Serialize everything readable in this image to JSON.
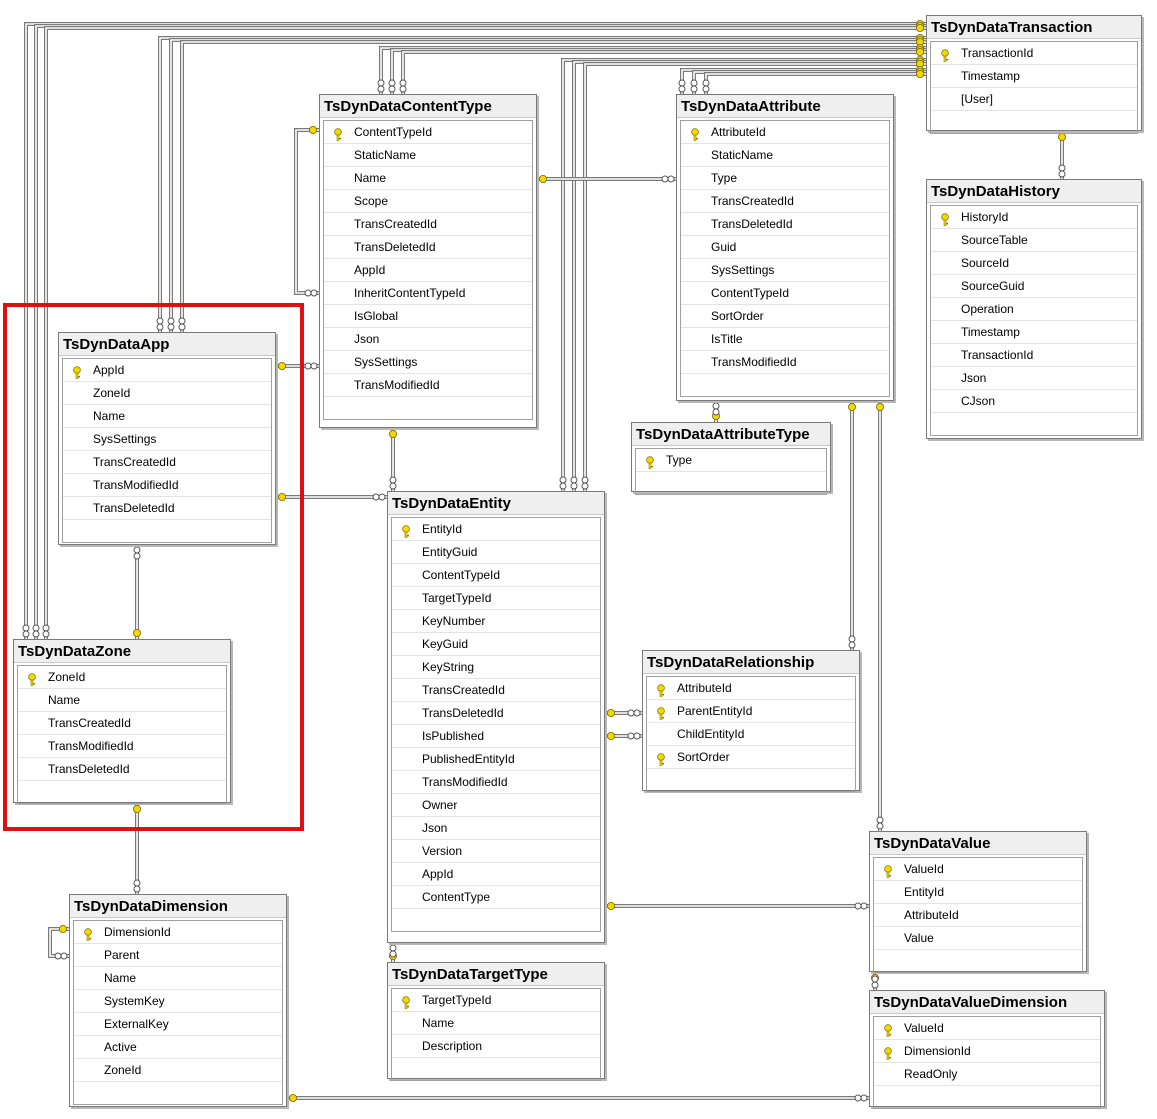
{
  "colors": {
    "line": "#8a8a8a",
    "key": "#f0d800",
    "highlight": "#e01010",
    "header_bg": "#efefef"
  },
  "tables": {
    "transaction": {
      "name": "TsDynDataTransaction",
      "columns": [
        {
          "name": "TransactionId",
          "key": true
        },
        {
          "name": "Timestamp",
          "key": false
        },
        {
          "name": "[User]",
          "key": false
        }
      ]
    },
    "history": {
      "name": "TsDynDataHistory",
      "columns": [
        {
          "name": "HistoryId",
          "key": true
        },
        {
          "name": "SourceTable",
          "key": false
        },
        {
          "name": "SourceId",
          "key": false
        },
        {
          "name": "SourceGuid",
          "key": false
        },
        {
          "name": "Operation",
          "key": false
        },
        {
          "name": "Timestamp",
          "key": false
        },
        {
          "name": "TransactionId",
          "key": false
        },
        {
          "name": "Json",
          "key": false
        },
        {
          "name": "CJson",
          "key": false
        }
      ]
    },
    "contenttype": {
      "name": "TsDynDataContentType",
      "columns": [
        {
          "name": "ContentTypeId",
          "key": true
        },
        {
          "name": "StaticName",
          "key": false
        },
        {
          "name": "Name",
          "key": false
        },
        {
          "name": "Scope",
          "key": false
        },
        {
          "name": "TransCreatedId",
          "key": false
        },
        {
          "name": "TransDeletedId",
          "key": false
        },
        {
          "name": "AppId",
          "key": false
        },
        {
          "name": "InheritContentTypeId",
          "key": false
        },
        {
          "name": "IsGlobal",
          "key": false
        },
        {
          "name": "Json",
          "key": false
        },
        {
          "name": "SysSettings",
          "key": false
        },
        {
          "name": "TransModifiedId",
          "key": false
        }
      ]
    },
    "attribute": {
      "name": "TsDynDataAttribute",
      "columns": [
        {
          "name": "AttributeId",
          "key": true
        },
        {
          "name": "StaticName",
          "key": false
        },
        {
          "name": "Type",
          "key": false
        },
        {
          "name": "TransCreatedId",
          "key": false
        },
        {
          "name": "TransDeletedId",
          "key": false
        },
        {
          "name": "Guid",
          "key": false
        },
        {
          "name": "SysSettings",
          "key": false
        },
        {
          "name": "ContentTypeId",
          "key": false
        },
        {
          "name": "SortOrder",
          "key": false
        },
        {
          "name": "IsTitle",
          "key": false
        },
        {
          "name": "TransModifiedId",
          "key": false
        }
      ]
    },
    "attributetype": {
      "name": "TsDynDataAttributeType",
      "columns": [
        {
          "name": "Type",
          "key": true
        }
      ]
    },
    "app": {
      "name": "TsDynDataApp",
      "columns": [
        {
          "name": "AppId",
          "key": true
        },
        {
          "name": "ZoneId",
          "key": false
        },
        {
          "name": "Name",
          "key": false
        },
        {
          "name": "SysSettings",
          "key": false
        },
        {
          "name": "TransCreatedId",
          "key": false
        },
        {
          "name": "TransModifiedId",
          "key": false
        },
        {
          "name": "TransDeletedId",
          "key": false
        }
      ]
    },
    "zone": {
      "name": "TsDynDataZone",
      "columns": [
        {
          "name": "ZoneId",
          "key": true
        },
        {
          "name": "Name",
          "key": false
        },
        {
          "name": "TransCreatedId",
          "key": false
        },
        {
          "name": "TransModifiedId",
          "key": false
        },
        {
          "name": "TransDeletedId",
          "key": false
        }
      ]
    },
    "entity": {
      "name": "TsDynDataEntity",
      "columns": [
        {
          "name": "EntityId",
          "key": true
        },
        {
          "name": "EntityGuid",
          "key": false
        },
        {
          "name": "ContentTypeId",
          "key": false
        },
        {
          "name": "TargetTypeId",
          "key": false
        },
        {
          "name": "KeyNumber",
          "key": false
        },
        {
          "name": "KeyGuid",
          "key": false
        },
        {
          "name": "KeyString",
          "key": false
        },
        {
          "name": "TransCreatedId",
          "key": false
        },
        {
          "name": "TransDeletedId",
          "key": false
        },
        {
          "name": "IsPublished",
          "key": false
        },
        {
          "name": "PublishedEntityId",
          "key": false
        },
        {
          "name": "TransModifiedId",
          "key": false
        },
        {
          "name": "Owner",
          "key": false
        },
        {
          "name": "Json",
          "key": false
        },
        {
          "name": "Version",
          "key": false
        },
        {
          "name": "AppId",
          "key": false
        },
        {
          "name": "ContentType",
          "key": false
        }
      ]
    },
    "relationship": {
      "name": "TsDynDataRelationship",
      "columns": [
        {
          "name": "AttributeId",
          "key": true
        },
        {
          "name": "ParentEntityId",
          "key": true
        },
        {
          "name": "ChildEntityId",
          "key": false
        },
        {
          "name": "SortOrder",
          "key": true
        }
      ]
    },
    "dimension": {
      "name": "TsDynDataDimension",
      "columns": [
        {
          "name": "DimensionId",
          "key": true
        },
        {
          "name": "Parent",
          "key": false
        },
        {
          "name": "Name",
          "key": false
        },
        {
          "name": "SystemKey",
          "key": false
        },
        {
          "name": "ExternalKey",
          "key": false
        },
        {
          "name": "Active",
          "key": false
        },
        {
          "name": "ZoneId",
          "key": false
        }
      ]
    },
    "targettype": {
      "name": "TsDynDataTargetType",
      "columns": [
        {
          "name": "TargetTypeId",
          "key": true
        },
        {
          "name": "Name",
          "key": false
        },
        {
          "name": "Description",
          "key": false
        }
      ]
    },
    "value": {
      "name": "TsDynDataValue",
      "columns": [
        {
          "name": "ValueId",
          "key": true
        },
        {
          "name": "EntityId",
          "key": false
        },
        {
          "name": "AttributeId",
          "key": false
        },
        {
          "name": "Value",
          "key": false
        }
      ]
    },
    "valuedimension": {
      "name": "TsDynDataValueDimension",
      "columns": [
        {
          "name": "ValueId",
          "key": true
        },
        {
          "name": "DimensionId",
          "key": true
        },
        {
          "name": "ReadOnly",
          "key": false
        }
      ]
    }
  }
}
